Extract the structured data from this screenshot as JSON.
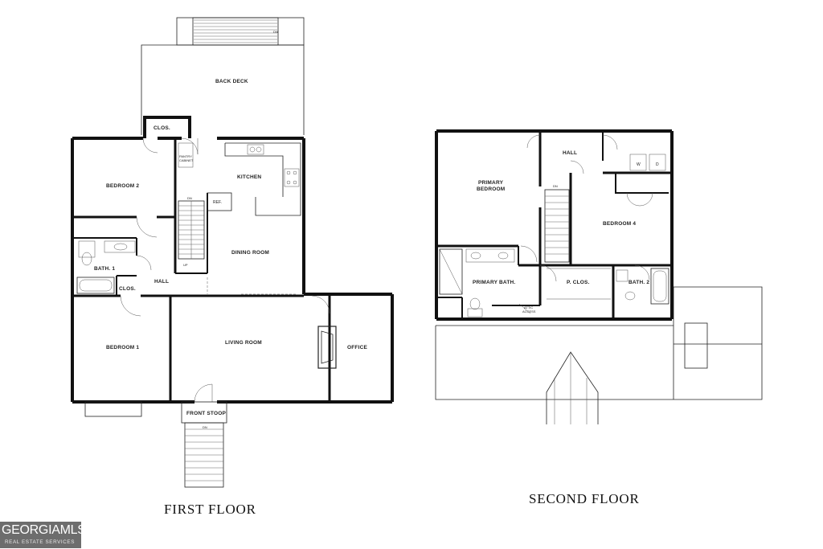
{
  "floors": {
    "first": {
      "title": "FIRST FLOOR",
      "rooms": {
        "back_deck": "BACK DECK",
        "closet_top": "CLOS.",
        "kitchen": "KITCHEN",
        "pantry_line1": "PANTRY",
        "pantry_line2": "CABINET",
        "refrigerator": "REF.",
        "bedroom_2": "BEDROOM 2",
        "dining_room": "DINING ROOM",
        "bath_1": "BATH. 1",
        "closet_hall": "CLOS.",
        "hall": "HALL",
        "bedroom_1": "BEDROOM 1",
        "living_room": "LIVING ROOM",
        "office": "OFFICE",
        "front_stoop": "FRONT STOOP"
      },
      "stairs": {
        "deck_dn": "DN",
        "interior_dn": "DN",
        "interior_up": "UP",
        "stoop_dn": "DN"
      }
    },
    "second": {
      "title": "SECOND FLOOR",
      "rooms": {
        "primary_bedroom_line1": "PRIMARY",
        "primary_bedroom_line2": "BEDROOM",
        "hall": "HALL",
        "washer": "W",
        "dryer": "D",
        "bedroom_4": "BEDROOM 4",
        "primary_bath": "PRIMARY BATH.",
        "primary_closet": "P. CLOS.",
        "bath_2": "BATH. 2",
        "attic_line1": "ATTIC",
        "attic_line2": "ACCESS"
      },
      "stairs": {
        "dn": "DN"
      }
    }
  },
  "logo": {
    "main": "GEORGIAMLS",
    "sub": "REAL ESTATE SERVICES"
  }
}
